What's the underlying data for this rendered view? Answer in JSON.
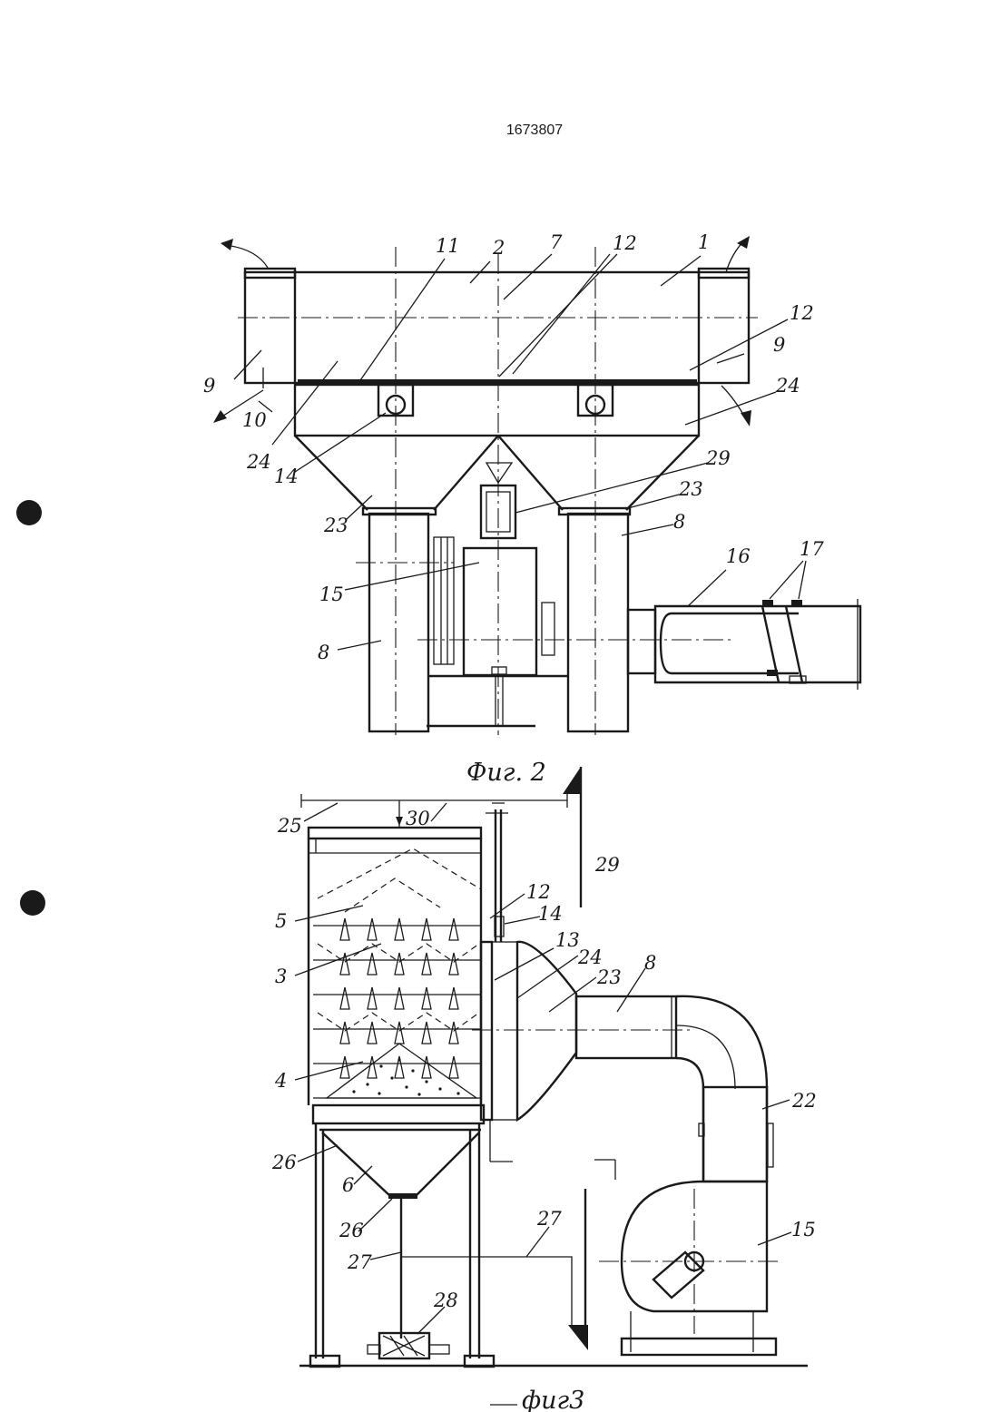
{
  "document": {
    "number": "1673807"
  },
  "fig2": {
    "caption": "Фиг. 2",
    "labels": [
      "11",
      "2",
      "7",
      "12",
      "1",
      "12",
      "9",
      "9",
      "24",
      "10",
      "24",
      "14",
      "29",
      "23",
      "23",
      "8",
      "16",
      "17",
      "15",
      "8"
    ]
  },
  "fig3": {
    "caption": "фиг3",
    "labels": [
      "25",
      "30",
      "29",
      "12",
      "14",
      "5",
      "13",
      "24",
      "23",
      "8",
      "3",
      "4",
      "22",
      "26",
      "6",
      "26",
      "27",
      "27",
      "15",
      "28"
    ]
  }
}
